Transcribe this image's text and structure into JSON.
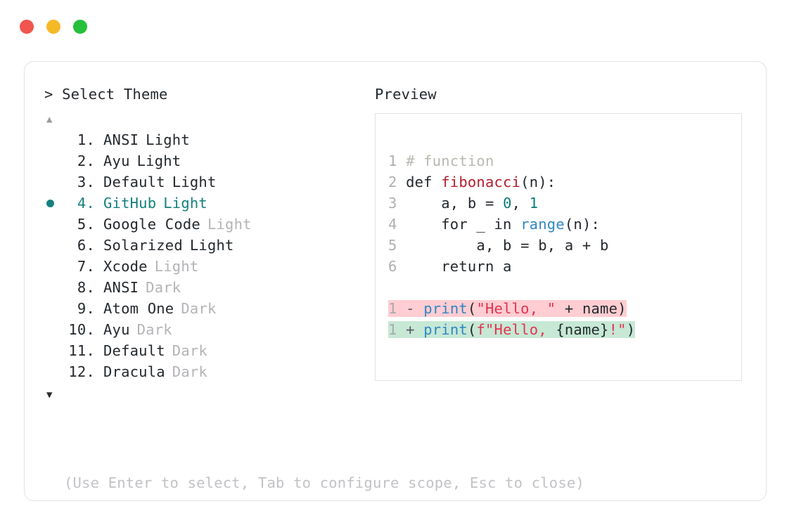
{
  "window": {
    "dots": [
      {
        "name": "close-dot",
        "color": "#f1564e"
      },
      {
        "name": "minimize-dot",
        "color": "#f5b928"
      },
      {
        "name": "maximize-dot",
        "color": "#25c03c"
      }
    ]
  },
  "colors": {
    "accent_teal": "#14807f",
    "text": "#24292e",
    "muted": "#b4b4b8",
    "hint": "#c2c2c6",
    "border": "#e2e2e4",
    "diff_removed_bg": "#ffcdd2",
    "diff_added_bg": "#c6e8d5"
  },
  "selector": {
    "prompt_symbol": ">",
    "title": "Select Theme",
    "scroll_up_arrow": "▲",
    "scroll_down_arrow": "▼",
    "selected_index": 4,
    "items": [
      {
        "num": "1.",
        "name": "ANSI",
        "mode": "Light",
        "mode_muted": false,
        "selected": false
      },
      {
        "num": "2.",
        "name": "Ayu",
        "mode": "Light",
        "mode_muted": false,
        "selected": false
      },
      {
        "num": "3.",
        "name": "Default",
        "mode": "Light",
        "mode_muted": false,
        "selected": false
      },
      {
        "num": "4.",
        "name": "GitHub",
        "mode": "Light",
        "mode_muted": false,
        "selected": true
      },
      {
        "num": "5.",
        "name": "Google Code",
        "mode": "Light",
        "mode_muted": true,
        "selected": false
      },
      {
        "num": "6.",
        "name": "Solarized",
        "mode": "Light",
        "mode_muted": false,
        "selected": false
      },
      {
        "num": "7.",
        "name": "Xcode",
        "mode": "Light",
        "mode_muted": true,
        "selected": false
      },
      {
        "num": "8.",
        "name": "ANSI",
        "mode": "Dark",
        "mode_muted": true,
        "selected": false
      },
      {
        "num": "9.",
        "name": "Atom One",
        "mode": "Dark",
        "mode_muted": true,
        "selected": false
      },
      {
        "num": "10.",
        "name": "Ayu",
        "mode": "Dark",
        "mode_muted": true,
        "selected": false
      },
      {
        "num": "11.",
        "name": "Default",
        "mode": "Dark",
        "mode_muted": true,
        "selected": false
      },
      {
        "num": "12.",
        "name": "Dracula",
        "mode": "Dark",
        "mode_muted": true,
        "selected": false
      }
    ],
    "hint": "(Use Enter to select, Tab to configure scope, Esc to close)"
  },
  "preview": {
    "title": "Preview",
    "code_lines": [
      {
        "n": "1",
        "tokens": [
          {
            "t": "# function",
            "c": "comment"
          }
        ]
      },
      {
        "n": "2",
        "tokens": [
          {
            "t": "def ",
            "c": "plain"
          },
          {
            "t": "fibonacci",
            "c": "fn"
          },
          {
            "t": "(n):",
            "c": "plain"
          }
        ]
      },
      {
        "n": "3",
        "tokens": [
          {
            "t": "    a, b = ",
            "c": "plain"
          },
          {
            "t": "0",
            "c": "num"
          },
          {
            "t": ", ",
            "c": "plain"
          },
          {
            "t": "1",
            "c": "num"
          }
        ]
      },
      {
        "n": "4",
        "tokens": [
          {
            "t": "    for _ in ",
            "c": "plain"
          },
          {
            "t": "range",
            "c": "builtin"
          },
          {
            "t": "(n):",
            "c": "plain"
          }
        ]
      },
      {
        "n": "5",
        "tokens": [
          {
            "t": "        a, b = b, a + b",
            "c": "plain"
          }
        ]
      },
      {
        "n": "6",
        "tokens": [
          {
            "t": "    return a",
            "c": "plain"
          }
        ]
      }
    ],
    "diff_lines": [
      {
        "n": "1",
        "kind": "removed",
        "sign": "-",
        "tokens": [
          {
            "t": "print",
            "c": "builtin"
          },
          {
            "t": "(",
            "c": "plain"
          },
          {
            "t": "\"Hello, \"",
            "c": "str"
          },
          {
            "t": " + name)",
            "c": "plain"
          }
        ]
      },
      {
        "n": "1",
        "kind": "added",
        "sign": "+",
        "tokens": [
          {
            "t": "print",
            "c": "builtin"
          },
          {
            "t": "(",
            "c": "plain"
          },
          {
            "t": "f\"Hello, ",
            "c": "str"
          },
          {
            "t": "{name}",
            "c": "plain"
          },
          {
            "t": "!\"",
            "c": "str"
          },
          {
            "t": ")",
            "c": "plain"
          }
        ]
      }
    ]
  }
}
